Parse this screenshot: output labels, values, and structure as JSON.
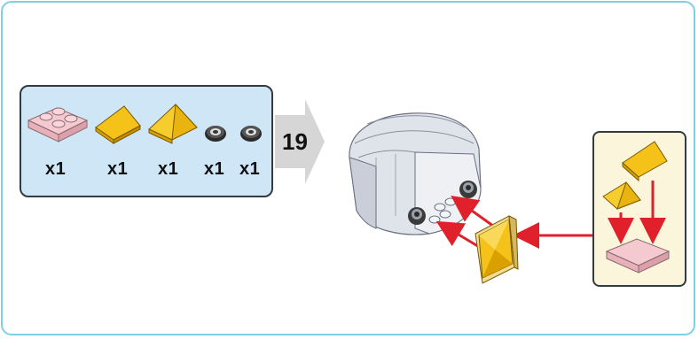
{
  "step": {
    "number": "19"
  },
  "parts": [
    {
      "icon": "pink-2x2-plate-icon",
      "qty": "x1"
    },
    {
      "icon": "yellow-slope-icon",
      "qty": "x1"
    },
    {
      "icon": "yellow-pyramid-slope-icon",
      "qty": "x1"
    },
    {
      "icon": "black-round-eye-icon",
      "qty": "x1"
    },
    {
      "icon": "black-round-eye-icon",
      "qty": "x1"
    }
  ],
  "colors": {
    "frame_border": "#7fcfe3",
    "parts_panel_bg": "#cfe6f6",
    "subassembly_bg": "#fbf5dc",
    "arrow_red": "#e0202a",
    "step_arrow_gray": "#d6d6d6"
  }
}
